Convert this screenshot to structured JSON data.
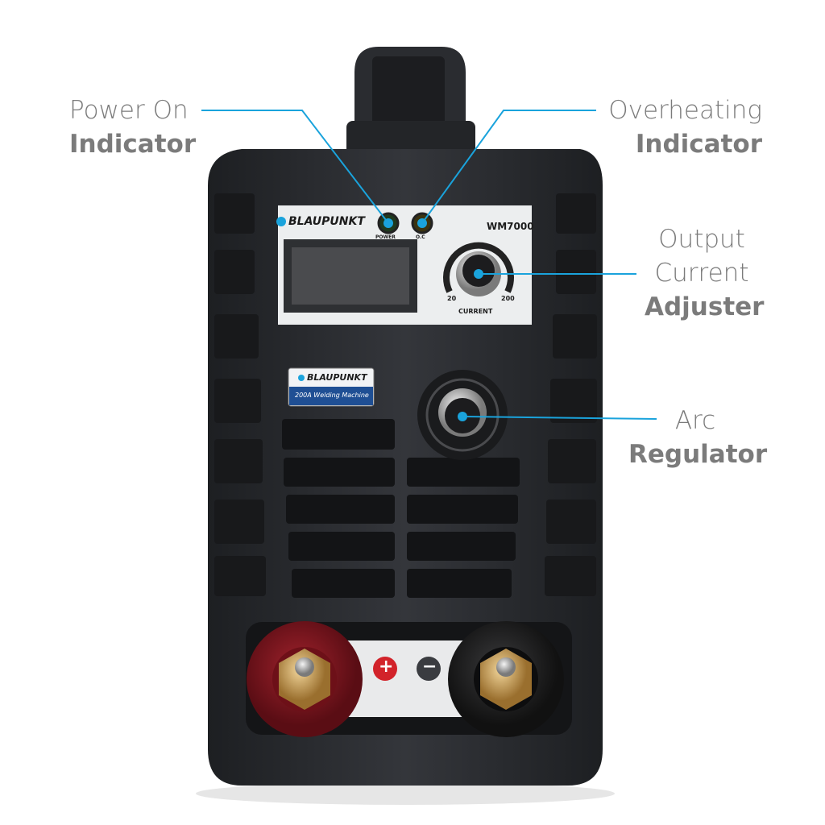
{
  "callouts": {
    "power": {
      "line1": "Power On",
      "line2": "Indicator"
    },
    "overheat": {
      "line1": "Overheating",
      "line2": "Indicator"
    },
    "current": {
      "line1": "Output",
      "line2": "Current",
      "line3": "Adjuster"
    },
    "arc": {
      "line1": "Arc",
      "line2": "Regulator"
    }
  },
  "panel": {
    "brand": "BLAUPUNKT",
    "model": "WM7000",
    "power_label": "POWER",
    "oc_label": "O.C",
    "scale_min": "20",
    "scale_max": "200",
    "current_label": "CURRENT"
  },
  "badge": {
    "brand": "BLAUPUNKT",
    "subtitle": "200A Welding Machine"
  },
  "terminals": {
    "positive": "+",
    "negative": "−"
  },
  "colors": {
    "accent": "#1aa3dc",
    "label_gray": "#7b7b7b",
    "body": "#2b2d31"
  }
}
